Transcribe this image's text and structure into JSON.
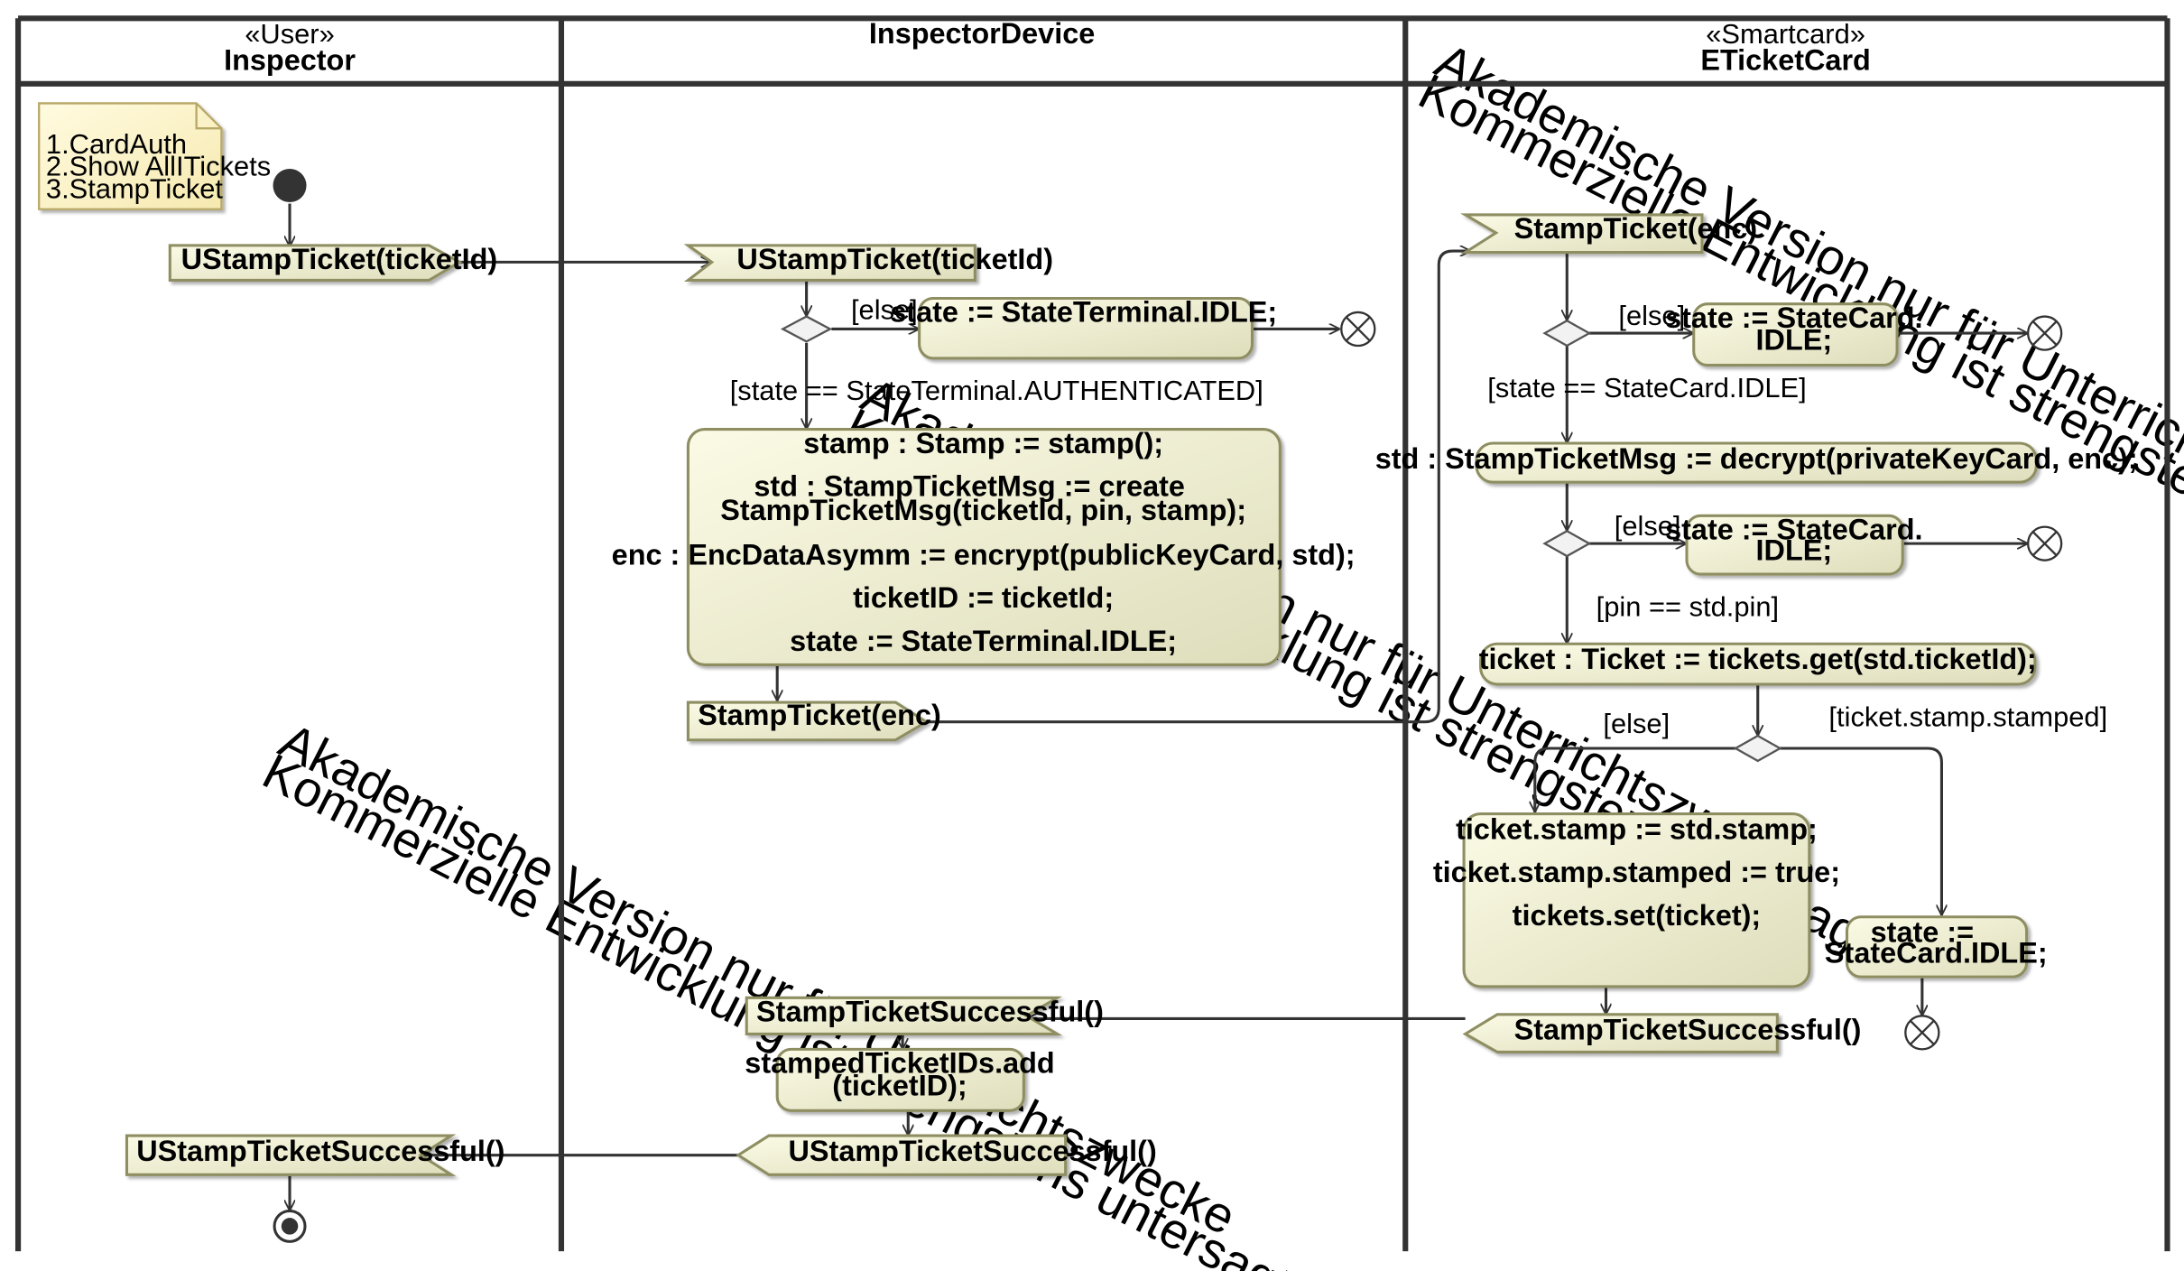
{
  "partitions": [
    {
      "stereotype": "«User»",
      "name": "Inspector"
    },
    {
      "stereotype": "",
      "name": "InspectorDevice"
    },
    {
      "stereotype": "«Smartcard»",
      "name": "ETicketCard"
    }
  ],
  "note": {
    "lines": [
      "1.CardAuth",
      "2.Show AllITickets",
      "3.StampTicket"
    ]
  },
  "inspector": {
    "send_signal": "UStampTicket(ticketId)",
    "accept_signal": "UStampTicketSuccessful()"
  },
  "device": {
    "accept_signal": "UStampTicket(ticketId)",
    "else_guard": "[else]",
    "idle_action": "state := StateTerminal.IDLE;",
    "auth_guard": "[state == StateTerminal.AUTHENTICATED]",
    "main_action": [
      "stamp : Stamp := stamp();",
      "std : StampTicketMsg := create",
      "StampTicketMsg(ticketId, pin, stamp);",
      "enc : EncDataAsymm := encrypt(publicKeyCard, std);",
      "ticketID := ticketId;",
      "state := StateTerminal.IDLE;"
    ],
    "send_signal": "StampTicket(enc)",
    "accept_success": "StampTicketSuccessful()",
    "add_action": [
      "stampedTicketIDs.add",
      "(ticketID);"
    ],
    "send_success": "UStampTicketSuccessful()"
  },
  "card": {
    "accept_signal": "StampTicket(enc)",
    "else1": "[else]",
    "idle1": [
      "state := StateCard.",
      "IDLE;"
    ],
    "idle_guard": "[state == StateCard.IDLE]",
    "decrypt_action": "std : StampTicketMsg := decrypt(privateKeyCard, enc);",
    "else2": "[else]",
    "idle2": [
      "state := StateCard.",
      "IDLE;"
    ],
    "pin_guard": "[pin == std.pin]",
    "ticket_action": "ticket : Ticket := tickets.get(std.ticketId);",
    "else3": "[else]",
    "stamped_guard": "[ticket.stamp.stamped]",
    "stamp_action": [
      "ticket.stamp := std.stamp;",
      "ticket.stamp.stamped := true;",
      "tickets.set(ticket);"
    ],
    "idle3": [
      "state :=",
      "StateCard.IDLE;"
    ],
    "send_success": "StampTicketSuccessful()"
  },
  "watermarks": [
    "Akademische Version nur für Unterrichtszwecke",
    "Kommerzielle Entwicklung ist strengstens untersagt"
  ]
}
